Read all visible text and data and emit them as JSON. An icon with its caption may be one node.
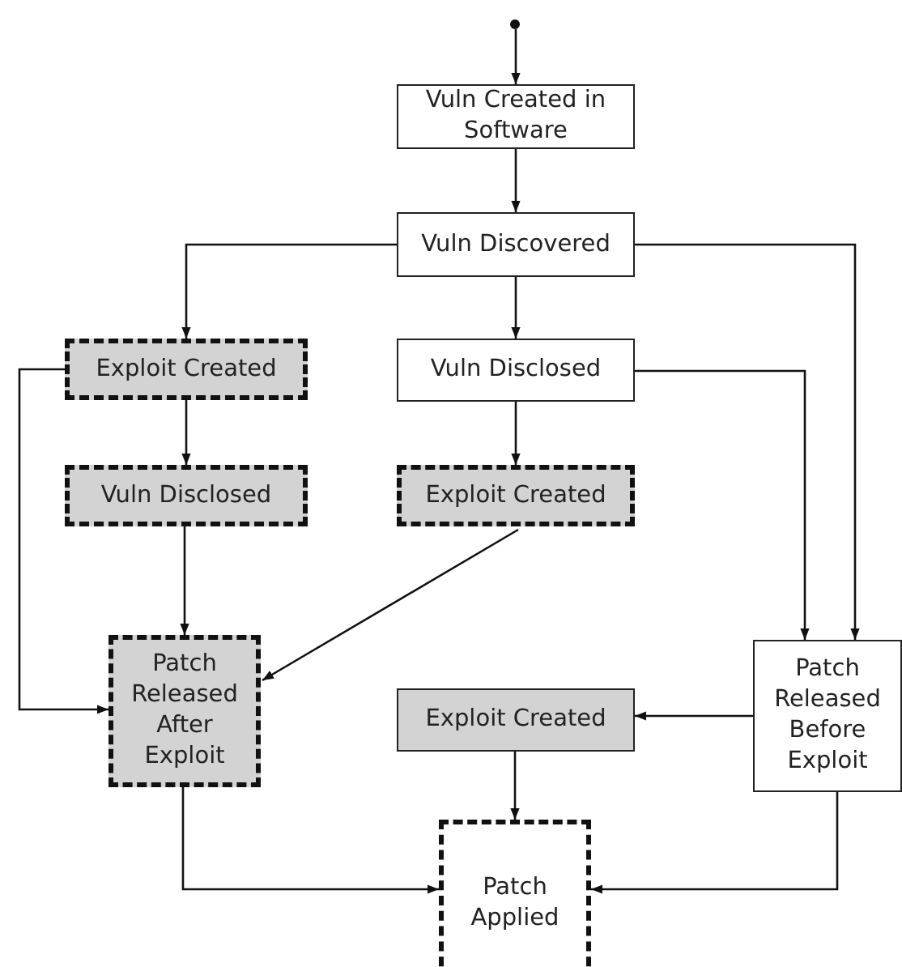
{
  "diagram": {
    "nodes": [
      {
        "text": [],
        "shape": "circle"
      },
      {
        "text": [
          "Vuln Created in Software"
        ]
      },
      {
        "text": [
          "Vuln Discovered"
        ]
      },
      {
        "text": [
          "Exploit Created"
        ]
      },
      {
        "text": [
          "Vuln Disclosed"
        ]
      },
      {
        "text": [
          "Vuln Disclosed"
        ]
      },
      {
        "text": [
          "Exploit Created"
        ]
      },
      {
        "text": [
          "Patch Released After Exploit"
        ]
      },
      {
        "text": [
          "Patch Released Before Exploit"
        ]
      },
      {
        "text": [
          "Exploit Created"
        ]
      },
      {
        "text": [
          "Patch Applied"
        ]
      }
    ],
    "edges": [
      {
        "from": 0,
        "to": 1,
        "arrow": "to"
      },
      {
        "from": 1,
        "to": 2,
        "arrow": "to"
      },
      {
        "from": 2,
        "to": 3,
        "arrow": "to"
      },
      {
        "from": 2,
        "to": 4,
        "arrow": "to"
      },
      {
        "from": 2,
        "to": 8,
        "arrow": "to"
      },
      {
        "from": 3,
        "to": 5,
        "arrow": "to"
      },
      {
        "from": 3,
        "to": 7,
        "arrow": "to"
      },
      {
        "from": 4,
        "to": 6,
        "arrow": "to"
      },
      {
        "from": 4,
        "to": 8,
        "arrow": "to"
      },
      {
        "from": 5,
        "to": 7,
        "arrow": "to"
      },
      {
        "from": 6,
        "to": 7,
        "arrow": "to"
      },
      {
        "from": 8,
        "to": 9,
        "arrow": "to"
      },
      {
        "from": 9,
        "to": 10,
        "arrow": "to"
      },
      {
        "from": 7,
        "to": 10,
        "arrow": "to"
      },
      {
        "from": 8,
        "to": 10,
        "arrow": "to"
      }
    ]
  }
}
